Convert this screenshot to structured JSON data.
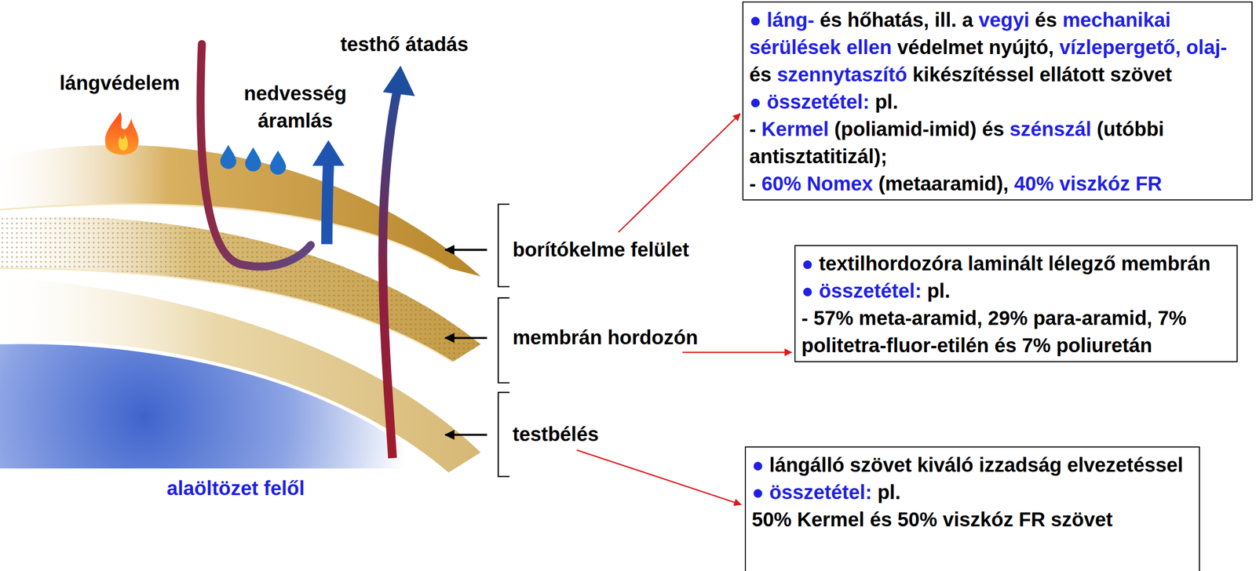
{
  "diagram": {
    "nodes": [
      {
        "text": [
          "●",
          "láng-",
          "és hőhatás, ill. a",
          "vegyi",
          "és",
          "mechanikai sérülések ellen",
          "védelmet nyújtó,",
          "vízlepergető, olaj-",
          "és",
          "szennytaszító",
          "kikészítéssel ellátott szövet",
          "●",
          "összetétel:",
          "pl.",
          "-",
          "Kermel",
          "(poliamid-imid) és",
          "szénszál",
          "(utóbbi antisztatitizál);",
          "-",
          "60% Nomex",
          "(metaaramid),",
          "40% viszkóz FR"
        ]
      },
      {
        "text": [
          "●",
          "textilhordozóra laminált lélegző membrán",
          "●",
          "összetétel:",
          "pl.",
          "- 57% meta-aramid, 29% para-aramid, 7% politetra-fluor-etilén és 7% poliuretán"
        ]
      },
      {
        "text": [
          "●",
          "lángálló szövet kiváló izzadság elvezetéssel",
          "●",
          "összetétel:",
          "pl.",
          "50% Kermel és 50% viszkóz FR szövet"
        ]
      }
    ],
    "labels": [
      "lángvédelem",
      "nedvesség áramlás",
      "testhő átadás",
      "borítókelme felület",
      "membrán hordozón",
      "testbélés",
      "alaöltözet felől"
    ]
  }
}
